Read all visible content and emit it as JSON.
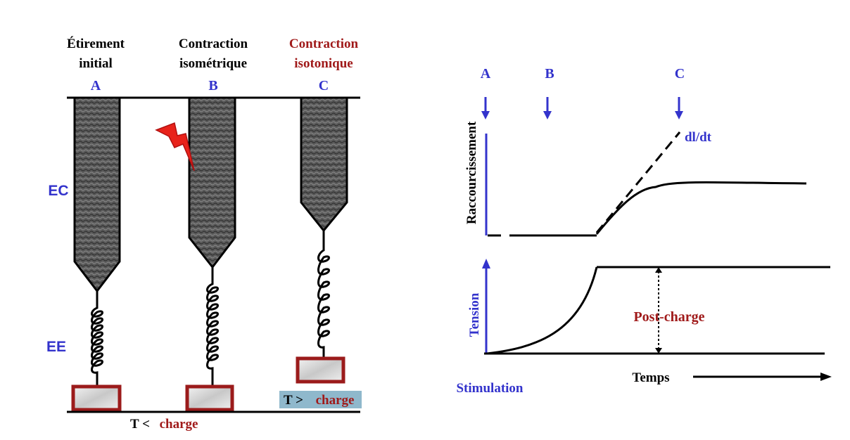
{
  "colors": {
    "blue": "#3333cc",
    "red": "#a01a1a",
    "black": "#000000",
    "highlight": "#8fb8cc",
    "muscle_fill": "#555555",
    "weight_border": "#9b1b1b"
  },
  "left_panel": {
    "columns": [
      {
        "title_line1": "Étirement",
        "title_line2": "initial",
        "letter": "A"
      },
      {
        "title_line1": "Contraction",
        "title_line2": "isométrique",
        "letter": "B"
      },
      {
        "title_line1": "Contraction",
        "title_line2": "isotonique",
        "letter": "C"
      }
    ],
    "labels": {
      "ec": "EC",
      "ee": "EE"
    },
    "bottom_label": {
      "t": "T <",
      "charge": "charge"
    },
    "c_label": {
      "t": "T >",
      "charge": "charge"
    }
  },
  "right_panel": {
    "markers": [
      "A",
      "B",
      "C"
    ],
    "y_label_top": "Raccourcissement",
    "y_label_bottom": "Tension",
    "slope_label": "dl/dt",
    "post_charge": "Post-charge",
    "x_label": "Temps",
    "stimulation": "Stimulation"
  }
}
